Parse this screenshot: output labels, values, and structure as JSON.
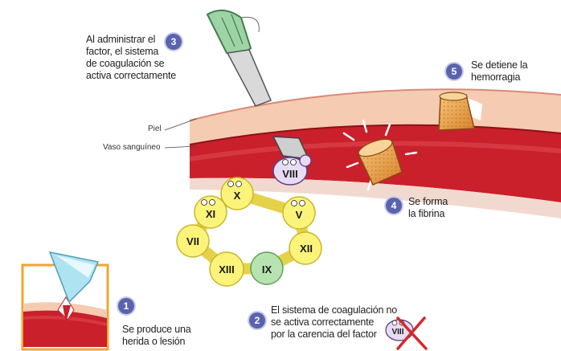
{
  "steps": [
    {
      "number": "1",
      "text_lines": [
        "Se produce una",
        "herida o lesión"
      ]
    },
    {
      "number": "2",
      "text_lines": [
        "El sistema de coagulación no",
        "se activa correctamente",
        "por la carencia del factor"
      ]
    },
    {
      "number": "3",
      "text_lines": [
        "Al administrar el",
        "factor, el sistema",
        "de coagulación se",
        "activa correctamente"
      ]
    },
    {
      "number": "4",
      "text_lines": [
        "Se forma",
        "la fibrina"
      ]
    },
    {
      "number": "5",
      "text_lines": [
        "Se detiene la",
        "hemorragia"
      ]
    }
  ],
  "labels": {
    "skin": "Piel",
    "vessel": "Vaso sanguíneo"
  },
  "factors": [
    "VIII",
    "X",
    "XI",
    "V",
    "VII",
    "XII",
    "XIII",
    "IX"
  ],
  "missing_factor": "VIII",
  "colors": {
    "badge": "#5a63ad",
    "skin": "#f3c2a6",
    "vessel": "#c9202b",
    "factor_yellow": "#fbf37a",
    "factor_green": "#b7e3b0",
    "plug": "#e89a3c",
    "frame": "#f0a531"
  }
}
